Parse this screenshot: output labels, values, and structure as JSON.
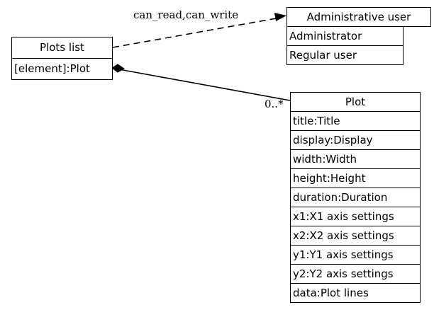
{
  "diagram": {
    "type": "uml-class-diagram",
    "background": "#ffffff",
    "stroke": "#000000",
    "classes": [
      {
        "id": "plots-list",
        "name": "Plots list",
        "rows": [
          "[element]:Plot"
        ]
      },
      {
        "id": "administrative-user",
        "name": "Administrative user",
        "rows": [
          "Administrator",
          "Regular user"
        ]
      },
      {
        "id": "plot",
        "name": "Plot",
        "rows": [
          "title:Title",
          "display:Display",
          "width:Width",
          "height:Height",
          "duration:Duration",
          "x1:X1 axis settings",
          "x2:X2 axis settings",
          "y1:Y1 axis settings",
          "y2:Y2 axis settings",
          "data:Plot lines"
        ]
      }
    ],
    "edges": [
      {
        "id": "access-edge",
        "from": "plots-list",
        "to": "administrative-user",
        "style": "dashed",
        "head": "open-arrow",
        "label": "can_read,can_write"
      },
      {
        "id": "composition-edge",
        "from": "plots-list",
        "to": "plot",
        "style": "solid",
        "tail": "filled-diamond",
        "label": "0..*"
      }
    ]
  }
}
